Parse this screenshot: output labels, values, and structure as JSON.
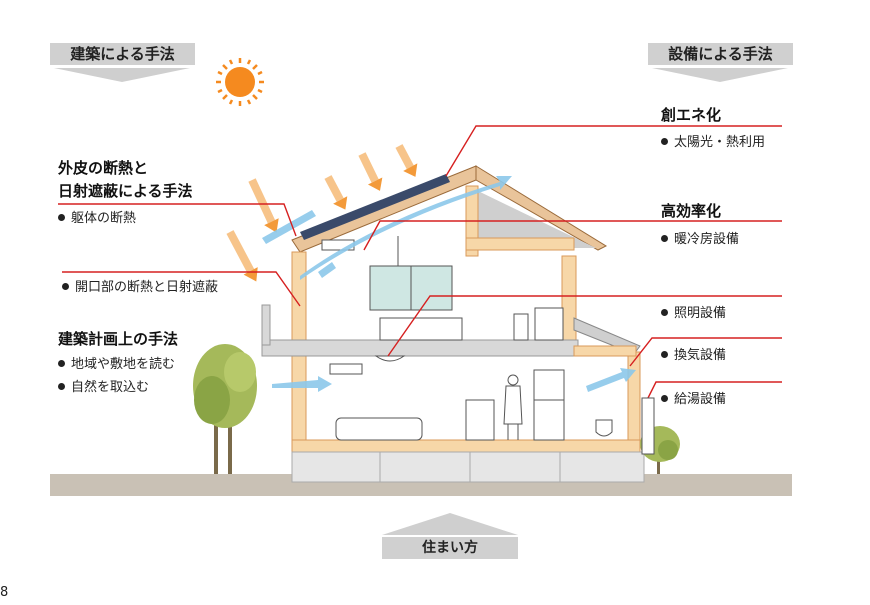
{
  "left_header": "建築による手法",
  "right_header": "設備による手法",
  "bottom_header": "住まい方",
  "left": {
    "envelope_heading_1": "外皮の断熱と",
    "envelope_heading_2": "日射遮蔽による手法",
    "envelope_item": "躯体の断熱",
    "opening_item": "開口部の断熱と日射遮蔽",
    "planning_heading": "建築計画上の手法",
    "planning_items": [
      "地域や敷地を読む",
      "自然を取込む"
    ]
  },
  "right": {
    "energy_heading": "創エネ化",
    "energy_item": "太陽光・熱利用",
    "efficiency_heading": "高効率化",
    "efficiency_item": "暖冷房設備",
    "lighting_item": "照明設備",
    "ventilation_item": "換気設備",
    "hotwater_item": "給湯設備"
  },
  "page_number": "8",
  "colors": {
    "wall_frame": "#f2b47a",
    "insulation": "#f7d7a8",
    "leader_line": "#d62020",
    "ground": "#c9c1b5",
    "sun": "#f58a1f",
    "air_flow": "#8cc8ea",
    "roof_shade": "#cfcfcf"
  }
}
